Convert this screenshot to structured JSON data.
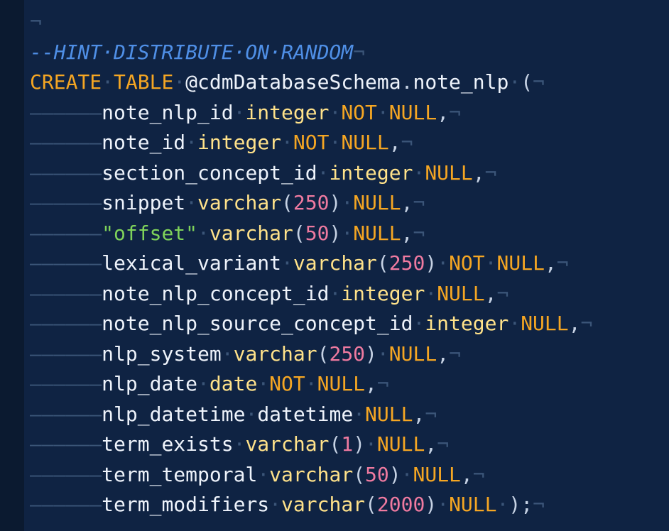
{
  "colors": {
    "background": "#0f2343",
    "gutter": "#0b1a30",
    "comment": "#4f8fe6",
    "keyword": "#f5a623",
    "type": "#ffe28a",
    "string": "#7fd35a",
    "number": "#ef7aa0",
    "identifier": "#eef3fb",
    "punctuation": "#c6d2e4",
    "whitespace_marker": "#3b5578"
  },
  "editor": {
    "lines": [
      {
        "indent": "",
        "tokens": []
      },
      {
        "indent": "",
        "tokens": [
          {
            "t": "comment",
            "v": "--HINT·DISTRIBUTE·ON·RANDOM"
          }
        ]
      },
      {
        "indent": "",
        "tokens": [
          {
            "t": "keyword",
            "v": "CREATE"
          },
          {
            "t": "ws",
            "v": "·"
          },
          {
            "t": "keyword",
            "v": "TABLE"
          },
          {
            "t": "ws",
            "v": "·"
          },
          {
            "t": "ident",
            "v": "@cdmDatabaseSchema"
          },
          {
            "t": "punct",
            "v": "."
          },
          {
            "t": "ident",
            "v": "note_nlp"
          },
          {
            "t": "ws",
            "v": "·"
          },
          {
            "t": "punct",
            "v": "("
          }
        ]
      },
      {
        "indent": "——————",
        "tokens": [
          {
            "t": "ident",
            "v": "note_nlp_id"
          },
          {
            "t": "ws",
            "v": "·"
          },
          {
            "t": "type",
            "v": "integer"
          },
          {
            "t": "ws",
            "v": "·"
          },
          {
            "t": "keyword",
            "v": "NOT"
          },
          {
            "t": "ws",
            "v": "·"
          },
          {
            "t": "keyword",
            "v": "NULL"
          },
          {
            "t": "punct",
            "v": ","
          }
        ]
      },
      {
        "indent": "——————",
        "tokens": [
          {
            "t": "ident",
            "v": "note_id"
          },
          {
            "t": "ws",
            "v": "·"
          },
          {
            "t": "type",
            "v": "integer"
          },
          {
            "t": "ws",
            "v": "·"
          },
          {
            "t": "keyword",
            "v": "NOT"
          },
          {
            "t": "ws",
            "v": "·"
          },
          {
            "t": "keyword",
            "v": "NULL"
          },
          {
            "t": "punct",
            "v": ","
          }
        ]
      },
      {
        "indent": "——————",
        "tokens": [
          {
            "t": "ident",
            "v": "section_concept_id"
          },
          {
            "t": "ws",
            "v": "·"
          },
          {
            "t": "type",
            "v": "integer"
          },
          {
            "t": "ws",
            "v": "·"
          },
          {
            "t": "keyword",
            "v": "NULL"
          },
          {
            "t": "punct",
            "v": ","
          }
        ]
      },
      {
        "indent": "——————",
        "tokens": [
          {
            "t": "ident",
            "v": "snippet"
          },
          {
            "t": "ws",
            "v": "·"
          },
          {
            "t": "type",
            "v": "varchar"
          },
          {
            "t": "punct",
            "v": "("
          },
          {
            "t": "number",
            "v": "250"
          },
          {
            "t": "punct",
            "v": ")"
          },
          {
            "t": "ws",
            "v": "·"
          },
          {
            "t": "keyword",
            "v": "NULL"
          },
          {
            "t": "punct",
            "v": ","
          }
        ]
      },
      {
        "indent": "——————",
        "tokens": [
          {
            "t": "string",
            "v": "\"offset\""
          },
          {
            "t": "ws",
            "v": "·"
          },
          {
            "t": "type",
            "v": "varchar"
          },
          {
            "t": "punct",
            "v": "("
          },
          {
            "t": "number",
            "v": "50"
          },
          {
            "t": "punct",
            "v": ")"
          },
          {
            "t": "ws",
            "v": "·"
          },
          {
            "t": "keyword",
            "v": "NULL"
          },
          {
            "t": "punct",
            "v": ","
          }
        ]
      },
      {
        "indent": "——————",
        "tokens": [
          {
            "t": "ident",
            "v": "lexical_variant"
          },
          {
            "t": "ws",
            "v": "·"
          },
          {
            "t": "type",
            "v": "varchar"
          },
          {
            "t": "punct",
            "v": "("
          },
          {
            "t": "number",
            "v": "250"
          },
          {
            "t": "punct",
            "v": ")"
          },
          {
            "t": "ws",
            "v": "·"
          },
          {
            "t": "keyword",
            "v": "NOT"
          },
          {
            "t": "ws",
            "v": "·"
          },
          {
            "t": "keyword",
            "v": "NULL"
          },
          {
            "t": "punct",
            "v": ","
          }
        ]
      },
      {
        "indent": "——————",
        "tokens": [
          {
            "t": "ident",
            "v": "note_nlp_concept_id"
          },
          {
            "t": "ws",
            "v": "·"
          },
          {
            "t": "type",
            "v": "integer"
          },
          {
            "t": "ws",
            "v": "·"
          },
          {
            "t": "keyword",
            "v": "NULL"
          },
          {
            "t": "punct",
            "v": ","
          }
        ]
      },
      {
        "indent": "——————",
        "tokens": [
          {
            "t": "ident",
            "v": "note_nlp_source_concept_id"
          },
          {
            "t": "ws",
            "v": "·"
          },
          {
            "t": "type",
            "v": "integer"
          },
          {
            "t": "ws",
            "v": "·"
          },
          {
            "t": "keyword",
            "v": "NULL"
          },
          {
            "t": "punct",
            "v": ","
          }
        ]
      },
      {
        "indent": "——————",
        "tokens": [
          {
            "t": "ident",
            "v": "nlp_system"
          },
          {
            "t": "ws",
            "v": "·"
          },
          {
            "t": "type",
            "v": "varchar"
          },
          {
            "t": "punct",
            "v": "("
          },
          {
            "t": "number",
            "v": "250"
          },
          {
            "t": "punct",
            "v": ")"
          },
          {
            "t": "ws",
            "v": "·"
          },
          {
            "t": "keyword",
            "v": "NULL"
          },
          {
            "t": "punct",
            "v": ","
          }
        ]
      },
      {
        "indent": "——————",
        "tokens": [
          {
            "t": "ident",
            "v": "nlp_date"
          },
          {
            "t": "ws",
            "v": "·"
          },
          {
            "t": "type",
            "v": "date"
          },
          {
            "t": "ws",
            "v": "·"
          },
          {
            "t": "keyword",
            "v": "NOT"
          },
          {
            "t": "ws",
            "v": "·"
          },
          {
            "t": "keyword",
            "v": "NULL"
          },
          {
            "t": "punct",
            "v": ","
          }
        ]
      },
      {
        "indent": "——————",
        "tokens": [
          {
            "t": "ident",
            "v": "nlp_datetime"
          },
          {
            "t": "ws",
            "v": "·"
          },
          {
            "t": "ident",
            "v": "datetime"
          },
          {
            "t": "ws",
            "v": "·"
          },
          {
            "t": "keyword",
            "v": "NULL"
          },
          {
            "t": "punct",
            "v": ","
          }
        ]
      },
      {
        "indent": "——————",
        "tokens": [
          {
            "t": "ident",
            "v": "term_exists"
          },
          {
            "t": "ws",
            "v": "·"
          },
          {
            "t": "type",
            "v": "varchar"
          },
          {
            "t": "punct",
            "v": "("
          },
          {
            "t": "number",
            "v": "1"
          },
          {
            "t": "punct",
            "v": ")"
          },
          {
            "t": "ws",
            "v": "·"
          },
          {
            "t": "keyword",
            "v": "NULL"
          },
          {
            "t": "punct",
            "v": ","
          }
        ]
      },
      {
        "indent": "——————",
        "tokens": [
          {
            "t": "ident",
            "v": "term_temporal"
          },
          {
            "t": "ws",
            "v": "·"
          },
          {
            "t": "type",
            "v": "varchar"
          },
          {
            "t": "punct",
            "v": "("
          },
          {
            "t": "number",
            "v": "50"
          },
          {
            "t": "punct",
            "v": ")"
          },
          {
            "t": "ws",
            "v": "·"
          },
          {
            "t": "keyword",
            "v": "NULL"
          },
          {
            "t": "punct",
            "v": ","
          }
        ]
      },
      {
        "indent": "——————",
        "tokens": [
          {
            "t": "ident",
            "v": "term_modifiers"
          },
          {
            "t": "ws",
            "v": "·"
          },
          {
            "t": "type",
            "v": "varchar"
          },
          {
            "t": "punct",
            "v": "("
          },
          {
            "t": "number",
            "v": "2000"
          },
          {
            "t": "punct",
            "v": ")"
          },
          {
            "t": "ws",
            "v": "·"
          },
          {
            "t": "keyword",
            "v": "NULL"
          },
          {
            "t": "ws",
            "v": "·"
          },
          {
            "t": "punct",
            "v": ");"
          }
        ]
      }
    ],
    "newline_marker": "¬"
  }
}
